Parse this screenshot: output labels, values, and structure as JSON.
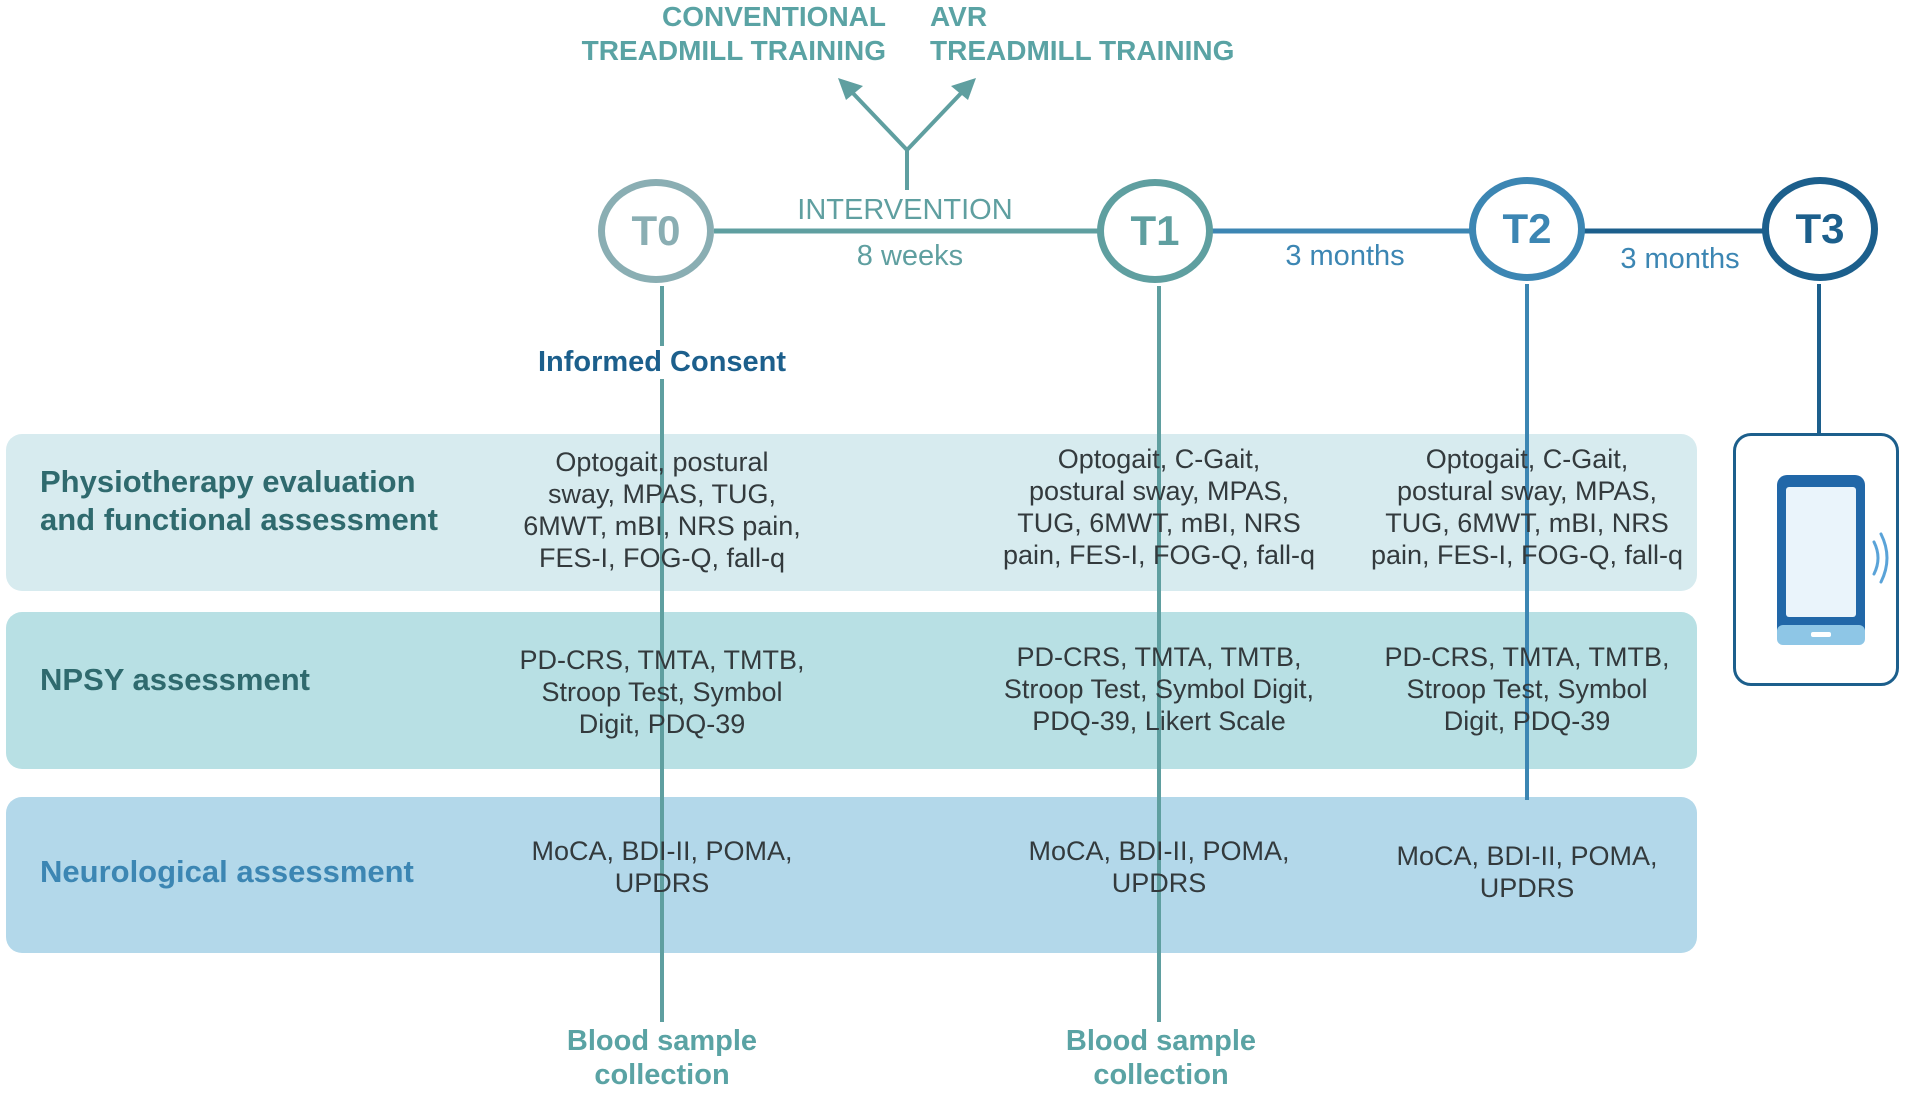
{
  "header": {
    "conventional_line1": "CONVENTIONAL",
    "conventional_line2": "TREADMILL TRAINING",
    "avr_line1": "AVR",
    "avr_line2": "TREADMILL TRAINING"
  },
  "timeline": {
    "t0": "T0",
    "t1": "T1",
    "t2": "T2",
    "t3": "T3",
    "intervention": "INTERVENTION",
    "duration_intervention": "8 weeks",
    "duration_t1_t2": "3 months",
    "duration_t2_t3": "3 months"
  },
  "informed_consent": "Informed Consent",
  "rows": {
    "physio": {
      "label_line1": "Physiotherapy evaluation",
      "label_line2": "and functional assessment",
      "t0": [
        "Optogait, postural",
        "sway, MPAS, TUG,",
        "6MWT, mBI, NRS pain,",
        "FES-I, FOG-Q, fall-q"
      ],
      "t1": [
        "Optogait, C-Gait,",
        "postural sway, MPAS,",
        "TUG, 6MWT, mBI, NRS",
        "pain, FES-I, FOG-Q, fall-q"
      ],
      "t2": [
        "Optogait, C-Gait,",
        "postural sway, MPAS,",
        "TUG, 6MWT, mBI, NRS",
        "pain, FES-I, FOG-Q, fall-q"
      ]
    },
    "npsy": {
      "label": "NPSY assessment",
      "t0": [
        "PD-CRS, TMTA, TMTB,",
        "Stroop Test, Symbol",
        "Digit, PDQ-39"
      ],
      "t1": [
        "PD-CRS, TMTA, TMTB,",
        "Stroop Test, Symbol Digit,",
        "PDQ-39, Likert Scale"
      ],
      "t2": [
        "PD-CRS, TMTA, TMTB,",
        "Stroop Test, Symbol",
        "Digit, PDQ-39"
      ]
    },
    "neuro": {
      "label": "Neurological assessment",
      "t0": [
        "MoCA, BDI-II, POMA,",
        "UPDRS"
      ],
      "t1": [
        "MoCA, BDI-II, POMA,",
        "UPDRS"
      ],
      "t2": [
        "MoCA, BDI-II, POMA,",
        "UPDRS"
      ]
    }
  },
  "blood_sample": {
    "t0_line1": "Blood sample",
    "t0_line2": "collection",
    "t1_line1": "Blood sample",
    "t1_line2": "collection"
  },
  "device": {
    "icon": "smartphone-icon"
  },
  "colors": {
    "t0": "#8aaeb3",
    "t1": "#5f9fa0",
    "t2": "#3c86b3",
    "t3": "#1c5f8c",
    "band_physio": "#d7ebef",
    "band_npsy": "#b8e0e4",
    "band_neuro": "#b3d8ea"
  }
}
